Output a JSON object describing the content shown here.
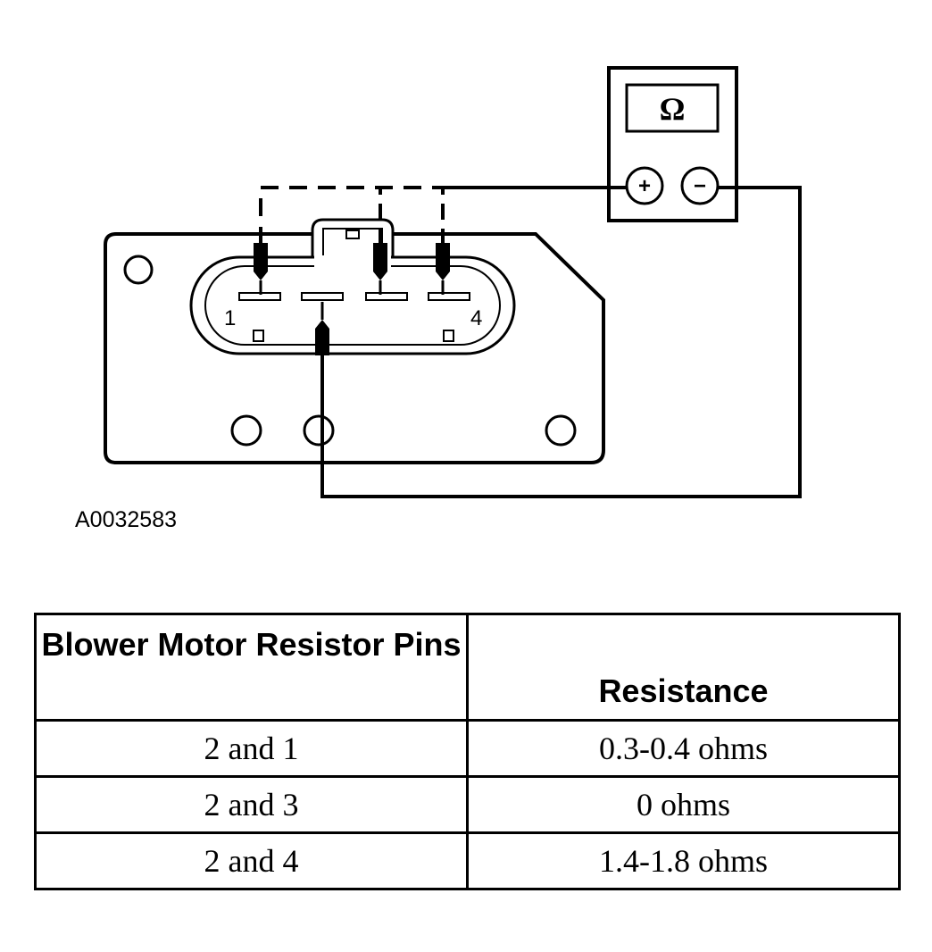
{
  "diagram": {
    "meter": {
      "symbol": "Ω",
      "positive": "+",
      "negative": "−"
    },
    "connector": {
      "pin_first_label": "1",
      "pin_last_label": "4"
    },
    "figure_id": "A0032583"
  },
  "table": {
    "headers": [
      "Blower Motor Resistor Pins",
      "Resistance"
    ],
    "rows": [
      [
        "2 and 1",
        "0.3-0.4 ohms"
      ],
      [
        "2 and 3",
        "0 ohms"
      ],
      [
        "2 and 4",
        "1.4-1.8 ohms"
      ]
    ]
  }
}
